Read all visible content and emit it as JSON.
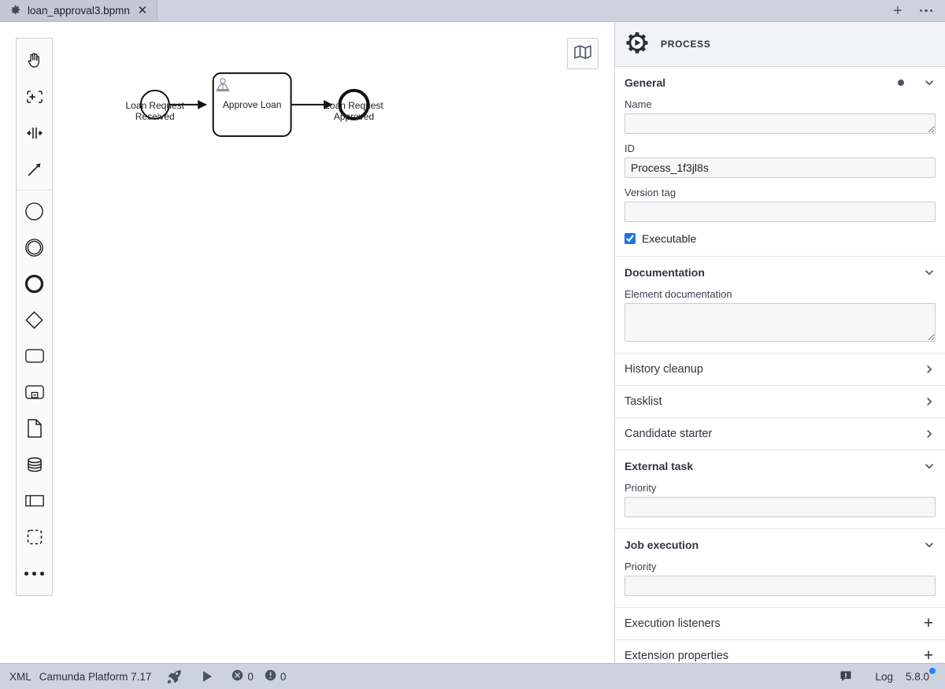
{
  "window": {
    "tabs": [
      {
        "title": "loan_approval3.bpmn",
        "icon": "bpmn-gear-icon",
        "active": true,
        "close_label": "✕"
      }
    ],
    "new_tab_label": "+",
    "overflow_menu_label": "…"
  },
  "palette": {
    "items": [
      {
        "name": "hand-tool",
        "title": "Activate the hand tool"
      },
      {
        "name": "lasso-tool",
        "title": "Activate the lasso tool"
      },
      {
        "name": "space-tool",
        "title": "Activate the create/remove space tool"
      },
      {
        "name": "global-connect-tool",
        "title": "Activate the global connect tool"
      },
      {
        "name": "start-event",
        "title": "Create StartEvent"
      },
      {
        "name": "intermediate-event",
        "title": "Create Intermediate/Boundary Event"
      },
      {
        "name": "end-event",
        "title": "Create EndEvent"
      },
      {
        "name": "exclusive-gateway",
        "title": "Create Gateway"
      },
      {
        "name": "task",
        "title": "Create Task"
      },
      {
        "name": "subprocess-expanded",
        "title": "Create expanded SubProcess"
      },
      {
        "name": "data-object",
        "title": "Create DataObjectReference"
      },
      {
        "name": "data-store",
        "title": "Create DataStoreReference"
      },
      {
        "name": "participant",
        "title": "Create Pool/Participant"
      },
      {
        "name": "group",
        "title": "Create Group"
      },
      {
        "name": "more-tools",
        "title": "More tools"
      }
    ]
  },
  "canvas": {
    "minimap_toggle": "toggle-minimap",
    "diagram": {
      "type": "bpmn",
      "elements": [
        {
          "id": "StartEvent",
          "kind": "start-event",
          "label": "Loan Request\nReceived",
          "label_line1": "Loan Request",
          "label_line2": "Received"
        },
        {
          "id": "Activity_ApproveLoan",
          "kind": "user-task",
          "label": "Approve Loan"
        },
        {
          "id": "EndEvent",
          "kind": "end-event",
          "label": "Loan Request\nApproved",
          "label_line1": "Loan Request",
          "label_line2": "Approved"
        }
      ],
      "flows": [
        {
          "from": "StartEvent",
          "to": "Activity_ApproveLoan"
        },
        {
          "from": "Activity_ApproveLoan",
          "to": "EndEvent"
        }
      ]
    }
  },
  "properties_panel": {
    "header": {
      "title": "PROCESS",
      "icon": "process-gear-play-icon"
    },
    "groups": [
      {
        "id": "general",
        "title": "General",
        "state": "expanded",
        "marker": "dot",
        "fields": [
          {
            "id": "name",
            "label": "Name",
            "type": "textarea",
            "value": "",
            "placeholder": ""
          },
          {
            "id": "id",
            "label": "ID",
            "type": "text",
            "value": "Process_1f3jl8s",
            "placeholder": ""
          },
          {
            "id": "versionTag",
            "label": "Version tag",
            "type": "text",
            "value": "",
            "placeholder": ""
          },
          {
            "id": "executable",
            "label": "Executable",
            "type": "checkbox",
            "checked": true
          }
        ]
      },
      {
        "id": "documentation",
        "title": "Documentation",
        "state": "expanded",
        "fields": [
          {
            "id": "elementDocumentation",
            "label": "Element documentation",
            "type": "textarea",
            "value": "",
            "placeholder": ""
          }
        ]
      },
      {
        "id": "historyCleanup",
        "title": "History cleanup",
        "state": "collapsed"
      },
      {
        "id": "tasklist",
        "title": "Tasklist",
        "state": "collapsed"
      },
      {
        "id": "candidateStarter",
        "title": "Candidate starter",
        "state": "collapsed"
      },
      {
        "id": "externalTask",
        "title": "External task",
        "state": "expanded",
        "fields": [
          {
            "id": "externalTaskPriority",
            "label": "Priority",
            "type": "text",
            "value": "",
            "placeholder": ""
          }
        ]
      },
      {
        "id": "jobExecution",
        "title": "Job execution",
        "state": "expanded",
        "fields": [
          {
            "id": "jobPriority",
            "label": "Priority",
            "type": "text",
            "value": "",
            "placeholder": ""
          }
        ]
      },
      {
        "id": "executionListeners",
        "title": "Execution listeners",
        "state": "addable",
        "add_label": "+"
      },
      {
        "id": "extensionProperties",
        "title": "Extension properties",
        "state": "addable",
        "add_label": "+"
      }
    ]
  },
  "statusbar": {
    "xml_label": "XML",
    "engine_label": "Camunda Platform 7.17",
    "deploy_icon": "rocket-icon",
    "start_icon": "play-icon",
    "error_count": "0",
    "warning_count": "0",
    "notifications_icon": "notification-icon",
    "log_label": "Log",
    "version_label": "5.8.0",
    "update_dot": true
  },
  "colors": {
    "accent_blue": "#1a73e8",
    "update_dot": "#1a88ff",
    "chrome": "#cdd3de",
    "panel_header": "#f2f3f5",
    "field_bg": "#f7f7f8"
  }
}
